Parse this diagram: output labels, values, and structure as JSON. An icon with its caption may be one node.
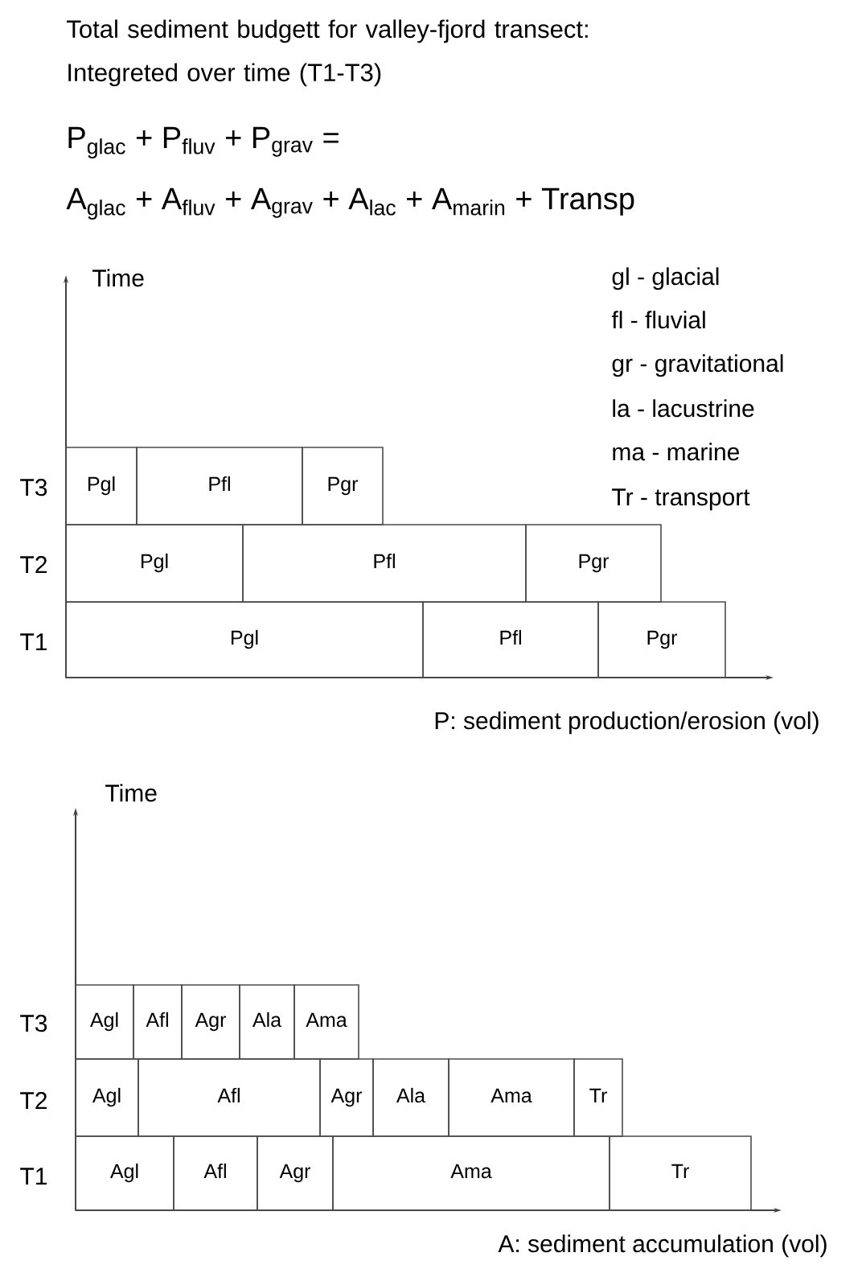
{
  "diagram": {
    "title": "Total sediment budgett for valley-fjord transect: Integreted over time (T1-T3)",
    "nodes": [
      {
        "text": [
          "Pgl"
        ]
      },
      {
        "text": [
          "Pfl"
        ]
      },
      {
        "text": [
          "Pgr"
        ]
      },
      {
        "text": [
          "Pgl"
        ]
      },
      {
        "text": [
          "Pfl"
        ]
      },
      {
        "text": [
          "Pgr"
        ]
      },
      {
        "text": [
          "Pgl"
        ]
      },
      {
        "text": [
          "Pfl"
        ]
      },
      {
        "text": [
          "Pgr"
        ]
      },
      {
        "text": [
          "Agl"
        ]
      },
      {
        "text": [
          "Afl"
        ]
      },
      {
        "text": [
          "Agr"
        ]
      },
      {
        "text": [
          "Ala"
        ]
      },
      {
        "text": [
          "Ama"
        ]
      },
      {
        "text": [
          "Agl"
        ]
      },
      {
        "text": [
          "Afl"
        ]
      },
      {
        "text": [
          "Agr"
        ]
      },
      {
        "text": [
          "Ala"
        ]
      },
      {
        "text": [
          "Ama"
        ]
      },
      {
        "text": [
          "Tr"
        ]
      },
      {
        "text": [
          "Agl"
        ]
      },
      {
        "text": [
          "Afl"
        ]
      },
      {
        "text": [
          "Agr"
        ]
      },
      {
        "text": [
          "Ama"
        ]
      },
      {
        "text": [
          "Tr"
        ]
      }
    ],
    "edges": [],
    "labels": [
      "P$_{glac}$ + P$_{fluv}$ + P$_{grav}$ =",
      "A$_{glac}$ + A$_{fluv}$ + A$_{grav}$ + A$_{lac}$ + A$_{marin}$ + Transp",
      "Time",
      "gl - glacial",
      "fl - fluvial",
      "gr - gravitational",
      "la - lacustrine",
      "ma - marine",
      "Tr - transport",
      "T3",
      "T2",
      "T1",
      "P: sediment production/erosion (vol)",
      "Time",
      "T3",
      "T2",
      "T1",
      "A: sediment accumulation (vol)"
    ]
  }
}
